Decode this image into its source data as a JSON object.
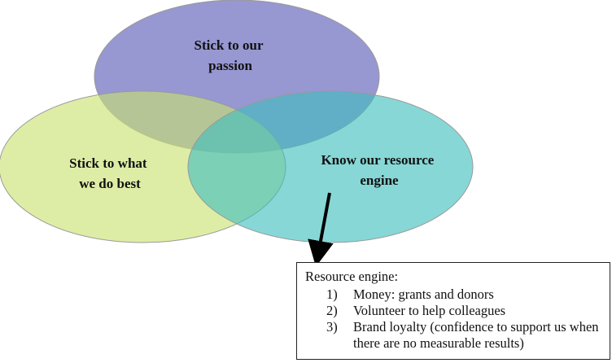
{
  "circles": {
    "passion": {
      "lines": [
        "Stick to our",
        "passion"
      ],
      "color": "#6f6fbf"
    },
    "best": {
      "lines": [
        "Stick to what",
        "we do best"
      ],
      "color": "#c9e26f"
    },
    "resource": {
      "lines": [
        "Know our resource",
        "engine"
      ],
      "color": "#3fbfbf"
    }
  },
  "note": {
    "title": "Resource engine:",
    "items": [
      {
        "num": "1)",
        "text": "Money: grants and donors"
      },
      {
        "num": "2)",
        "text": "Volunteer to help colleagues"
      },
      {
        "num": "3)",
        "text": "Brand loyalty (confidence to support us when there are no measurable results)"
      }
    ]
  }
}
